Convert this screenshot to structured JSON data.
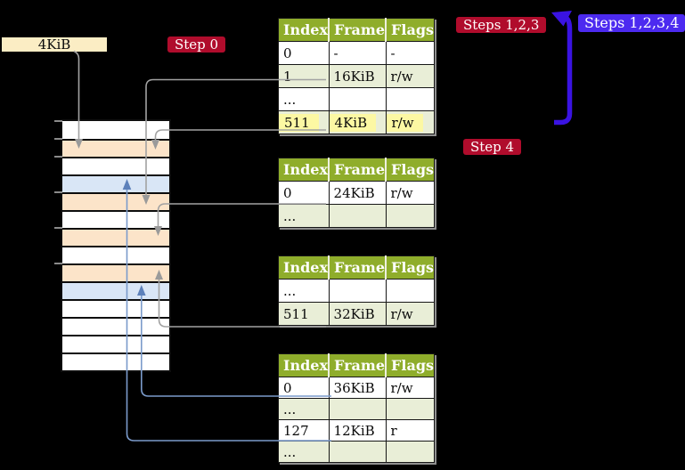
{
  "colors": {
    "background": "#000000",
    "table_header_bg": "#8fad2b",
    "table_row_alt_bg": "#e9eed7",
    "table_row_bg": "#ffffff",
    "highlight_yellow": "#fcf8a3",
    "peach_row": "#fce4c9",
    "blue_row": "#d9e6f6",
    "cream_box": "#fbedc4",
    "red_badge": "#b00c2c",
    "blue_badge": "#4c2af0",
    "blue_arrow": "#3a13e2",
    "gray_connector": "#a2a2a2",
    "steel_connector": "#7b9bcb"
  },
  "labels": {
    "page_size_box": "4KiB",
    "step0_badge": "Step 0",
    "steps123_badge": "Steps 1,2,3",
    "steps1234_badge": "Steps 1,2,3,4",
    "step4_badge": "Step 4"
  },
  "tables": [
    {
      "name": "page-table-1",
      "headers": [
        "Index",
        "Frame",
        "Flags"
      ],
      "rows": [
        {
          "cells": [
            "0",
            "-",
            "-"
          ],
          "alt": false,
          "highlight": false
        },
        {
          "cells": [
            "1",
            "16KiB",
            "r/w"
          ],
          "alt": true,
          "highlight": false
        },
        {
          "cells": [
            "...",
            "",
            ""
          ],
          "alt": false,
          "highlight": false
        },
        {
          "cells": [
            "511",
            "4KiB",
            "r/w"
          ],
          "alt": true,
          "highlight": true
        }
      ]
    },
    {
      "name": "page-table-2",
      "headers": [
        "Index",
        "Frame",
        "Flags"
      ],
      "rows": [
        {
          "cells": [
            "0",
            "24KiB",
            "r/w"
          ],
          "alt": false,
          "highlight": false
        },
        {
          "cells": [
            "...",
            "",
            ""
          ],
          "alt": true,
          "highlight": false
        }
      ]
    },
    {
      "name": "page-table-3",
      "headers": [
        "Index",
        "Frame",
        "Flags"
      ],
      "rows": [
        {
          "cells": [
            "...",
            "",
            ""
          ],
          "alt": false,
          "highlight": false
        },
        {
          "cells": [
            "511",
            "32KiB",
            "r/w"
          ],
          "alt": true,
          "highlight": false
        }
      ]
    },
    {
      "name": "page-table-4",
      "headers": [
        "Index",
        "Frame",
        "Flags"
      ],
      "rows": [
        {
          "cells": [
            "0",
            "36KiB",
            "r/w"
          ],
          "alt": false,
          "highlight": false
        },
        {
          "cells": [
            "...",
            "",
            ""
          ],
          "alt": true,
          "highlight": false
        },
        {
          "cells": [
            "127",
            "12KiB",
            "r"
          ],
          "alt": false,
          "highlight": false
        },
        {
          "cells": [
            "...",
            "",
            ""
          ],
          "alt": true,
          "highlight": false
        }
      ]
    }
  ],
  "memory_map": {
    "rows": [
      "white",
      "peach",
      "white",
      "blue",
      "peach",
      "white",
      "peach",
      "white",
      "peach",
      "blue",
      "white",
      "white",
      "white",
      "white"
    ]
  }
}
